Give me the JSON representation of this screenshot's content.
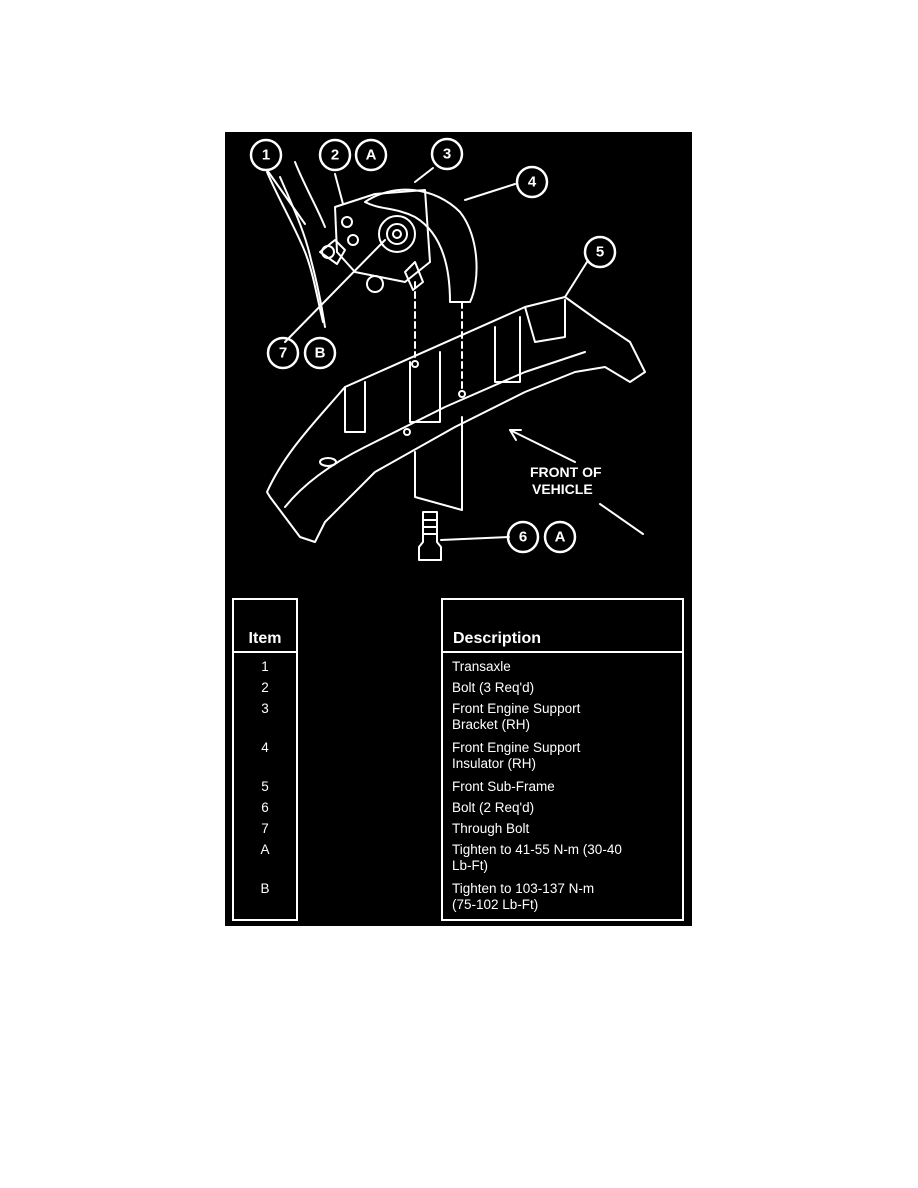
{
  "diagram": {
    "callouts": [
      "1",
      "2",
      "A",
      "3",
      "4",
      "5",
      "7",
      "B",
      "6",
      "A"
    ],
    "front_label_line1": "FRONT OF",
    "front_label_line2": "VEHICLE"
  },
  "table": {
    "item_header": "Item",
    "description_header": "Description",
    "rows": [
      {
        "item": "1",
        "description": "Transaxle"
      },
      {
        "item": "2",
        "description": "Bolt (3 Req'd)"
      },
      {
        "item": "3",
        "description": "Front Engine Support\nBracket (RH)"
      },
      {
        "item": "4",
        "description": "Front Engine Support\nInsulator (RH)"
      },
      {
        "item": "5",
        "description": "Front Sub-Frame"
      },
      {
        "item": "6",
        "description": "Bolt (2 Req'd)"
      },
      {
        "item": "7",
        "description": "Through Bolt"
      },
      {
        "item": "A",
        "description": "Tighten to 41-55 N-m (30-40\nLb-Ft)"
      },
      {
        "item": "B",
        "description": "Tighten to 103-137 N-m\n(75-102 Lb-Ft)"
      }
    ]
  }
}
